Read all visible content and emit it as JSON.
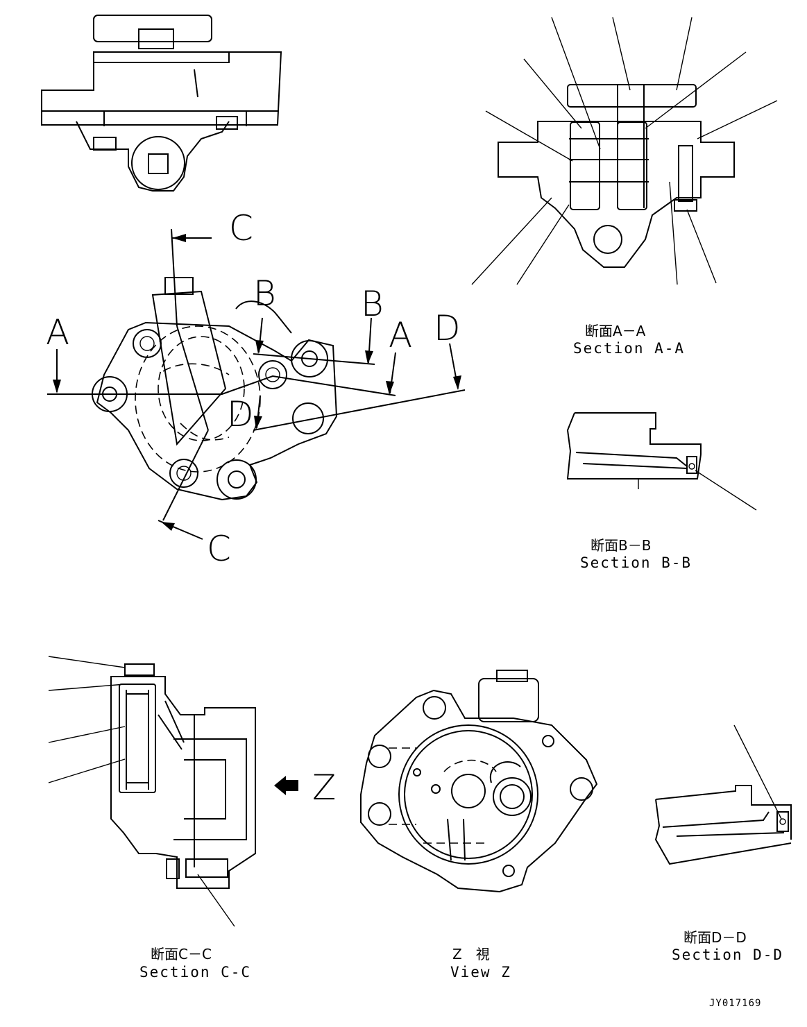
{
  "section_markers": {
    "c_top": "C",
    "c_bottom": "C",
    "b_left": "B",
    "b_right": "B",
    "a_left": "A",
    "a_right": "A",
    "d_left": "D",
    "d_right": "D"
  },
  "view_arrow_label": "Z",
  "captions": {
    "aa": {
      "jp": "断面A－A",
      "en": "Section A-A"
    },
    "bb": {
      "jp": "断面B－B",
      "en": "Section B-B"
    },
    "cc": {
      "jp": "断面C－C",
      "en": "Section C-C"
    },
    "z": {
      "jp": "Z　視",
      "en": "View Z"
    },
    "dd": {
      "jp": "断面D－D",
      "en": "Section D-D"
    }
  },
  "drawing_number": "JY017169"
}
